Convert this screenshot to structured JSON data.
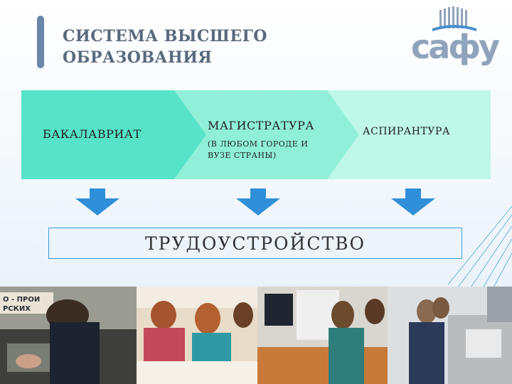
{
  "title": "СИСТЕМА ВЫСШЕГО\nОБРАЗОВАНИЯ",
  "logo": {
    "text": "сафу"
  },
  "steps": [
    {
      "label": "БАКАЛАВРИАТ"
    },
    {
      "label": "МАГИСТРАТУРА",
      "sublabel": "(В ЛЮБОМ ГОРОДЕ И ВУЗЕ СТРАНЫ)"
    },
    {
      "label": "АСПИРАНТУРА"
    }
  ],
  "result": {
    "label": "ТРУДОУСТРОЙСТВО"
  },
  "photos": [
    {
      "banner_text": "О - ПРОИ РСКИХ"
    },
    {
      "banner_text": ""
    },
    {
      "banner_text": ""
    },
    {
      "banner_text": ""
    }
  ],
  "colors": {
    "step1": "#56e3c7",
    "step2": "#8ff0d7",
    "step3": "#bff7e9",
    "arrow": "#2f8fd8",
    "border": "#3a9ad8",
    "title": "#596a7e",
    "logo": "#8fa3ba"
  }
}
